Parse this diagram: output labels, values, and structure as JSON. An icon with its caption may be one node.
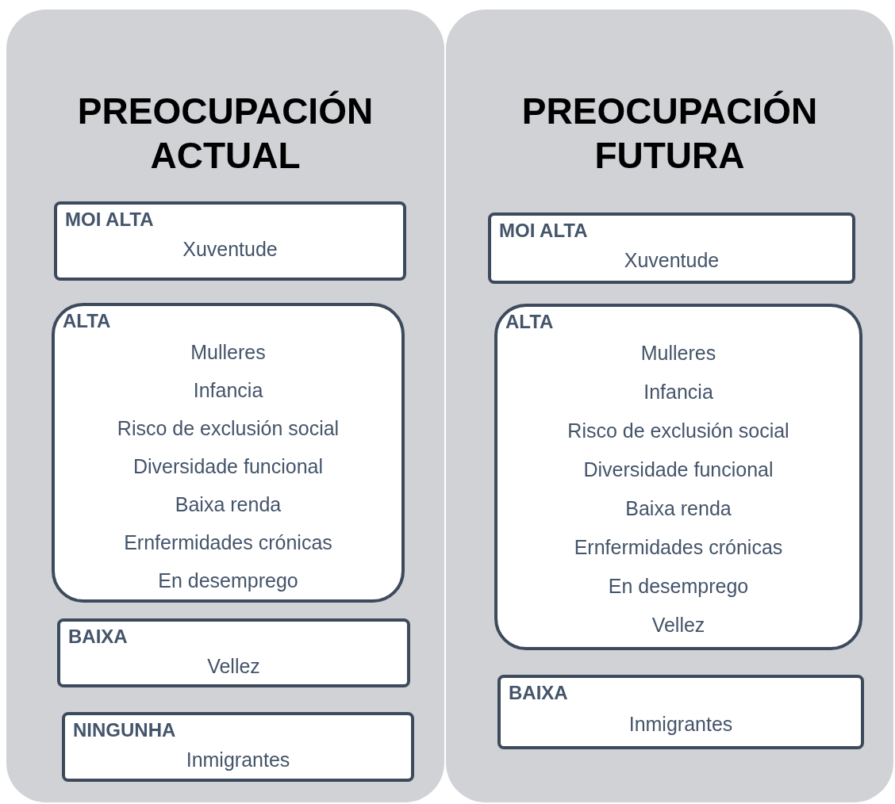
{
  "diagram": {
    "nodes": [
      {
        "text": [
          "PREOCUPACIÓN ACTUAL"
        ]
      },
      {
        "text": [
          "MOI ALTA",
          "Xuventude"
        ],
        "in": 0
      },
      {
        "text": [
          "ALTA",
          "Mulleres",
          "Infancia",
          "Risco de exclusión social",
          "Diversidade funcional",
          "Baixa renda",
          "Ernfermidades crónicas",
          "En desemprego"
        ],
        "in": 0
      },
      {
        "text": [
          "BAIXA",
          "Vellez"
        ],
        "in": 0
      },
      {
        "text": [
          "NINGUNHA",
          "Inmigrantes"
        ],
        "in": 0
      },
      {
        "text": [
          "PREOCUPACIÓN FUTURA"
        ]
      },
      {
        "text": [
          "MOI ALTA",
          "Xuventude"
        ],
        "in": 5
      },
      {
        "text": [
          "ALTA",
          "Mulleres",
          "Infancia",
          "Risco de exclusión social",
          "Diversidade funcional",
          "Baixa renda",
          "Ernfermidades crónicas",
          "En desemprego",
          "Vellez"
        ],
        "in": 5
      },
      {
        "text": [
          "BAIXA",
          "Inmigrantes"
        ],
        "in": 5
      }
    ],
    "edges": []
  }
}
